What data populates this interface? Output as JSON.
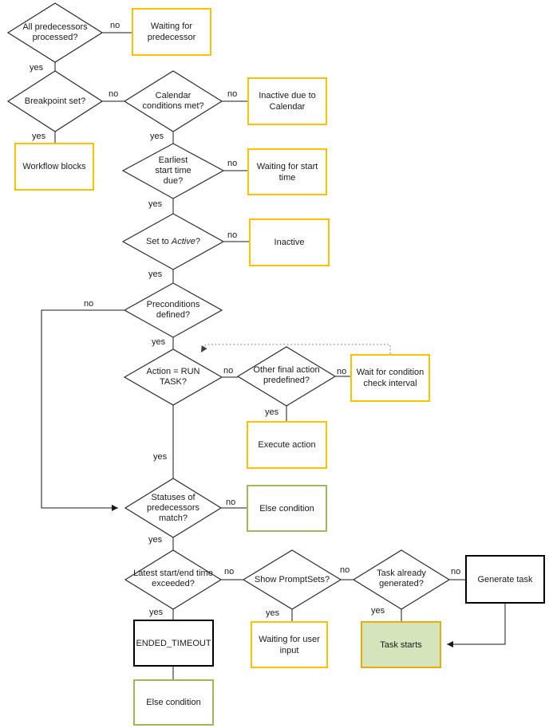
{
  "flowchart": {
    "diamonds": [
      {
        "id": "all-predecessors-processed",
        "label": "All predecessors processed?"
      },
      {
        "id": "breakpoint-set",
        "label": "Breakpoint set?"
      },
      {
        "id": "calendar-conditions-met",
        "label": "Calendar conditions met?"
      },
      {
        "id": "earliest-start-time-due",
        "label": "Earliest start time due?"
      },
      {
        "id": "set-to-active",
        "prefix": "Set to",
        "italic": "Active",
        "suffix": "?"
      },
      {
        "id": "preconditions-defined",
        "label": "Preconditions defined?"
      },
      {
        "id": "action-run-task",
        "label": "Action = RUN TASK?"
      },
      {
        "id": "other-final-action-predefined",
        "label": "Other final action predefined?"
      },
      {
        "id": "statuses-of-predecessors-match",
        "label": "Statuses of predecessors match?"
      },
      {
        "id": "latest-start-end-time-exceeded",
        "label": "Latest start/end time exceeded?"
      },
      {
        "id": "show-promptsets",
        "label": "Show PromptSets?"
      },
      {
        "id": "task-already-generated",
        "label": "Task already generated?"
      }
    ],
    "boxes": [
      {
        "id": "waiting-for-predecessor",
        "label": "Waiting for predecessor",
        "style": "yellow"
      },
      {
        "id": "inactive-due-to-calendar",
        "label": "Inactive due to Calendar",
        "style": "yellow"
      },
      {
        "id": "waiting-for-start-time",
        "label": "Waiting for start time",
        "style": "yellow"
      },
      {
        "id": "workflow-blocks",
        "label": "Workflow blocks",
        "style": "yellow"
      },
      {
        "id": "inactive",
        "label": "Inactive",
        "style": "yellow"
      },
      {
        "id": "wait-for-condition-check-interval",
        "label": "Wait for condition check interval",
        "style": "yellow"
      },
      {
        "id": "execute-action",
        "label": "Execute action",
        "style": "yellow"
      },
      {
        "id": "else-condition-statuses",
        "label": "Else condition",
        "style": "green"
      },
      {
        "id": "ended-timeout",
        "label": "ENDED_TIMEOUT",
        "style": "black"
      },
      {
        "id": "else-condition-timeout",
        "label": "Else condition",
        "style": "green"
      },
      {
        "id": "waiting-for-user-input",
        "label": "Waiting for user input",
        "style": "yellow"
      },
      {
        "id": "task-starts",
        "label": "Task starts",
        "style": "green-fill-yellow-border"
      },
      {
        "id": "generate-task",
        "label": "Generate task",
        "style": "black"
      }
    ],
    "edge_labels": [
      {
        "text": "no"
      },
      {
        "text": "yes"
      },
      {
        "text": "no"
      },
      {
        "text": "yes"
      },
      {
        "text": "no"
      },
      {
        "text": "yes"
      },
      {
        "text": "no"
      },
      {
        "text": "yes"
      },
      {
        "text": "no"
      },
      {
        "text": "yes"
      },
      {
        "text": "no"
      },
      {
        "text": "yes"
      },
      {
        "text": "no"
      },
      {
        "text": "yes"
      },
      {
        "text": "no"
      },
      {
        "text": "yes"
      },
      {
        "text": "no"
      },
      {
        "text": "yes"
      },
      {
        "text": "no"
      },
      {
        "text": "yes"
      },
      {
        "text": "no"
      },
      {
        "text": "yes"
      },
      {
        "text": "no"
      },
      {
        "text": "yes"
      }
    ],
    "colors": {
      "yellow_border": "#FFC000",
      "green_border": "#9BBB59",
      "black_border": "#000000",
      "task_starts_fill": "#D6E4BC",
      "task_starts_border": "#E9AD0B",
      "line": "#1a1a1a",
      "dotted_line": "#8a8a8a"
    }
  }
}
